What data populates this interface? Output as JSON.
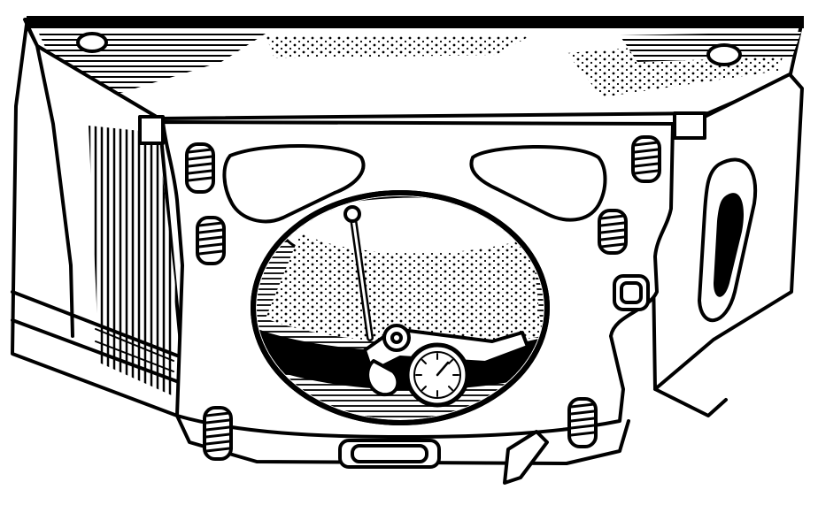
{
  "illustration": {
    "ink_color": "#000000",
    "paper_color": "#ffffff",
    "parts": [
      "engine-block",
      "cylinder-head-gasket-plate",
      "cylinder-bore",
      "dial-indicator",
      "head-studs"
    ]
  }
}
